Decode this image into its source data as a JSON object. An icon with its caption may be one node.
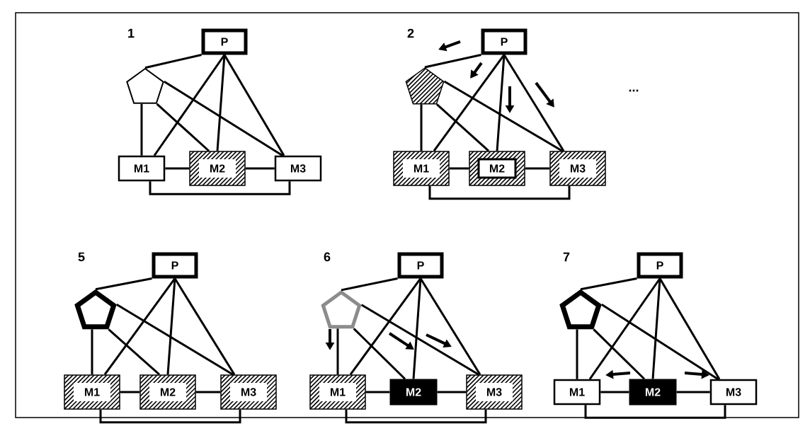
{
  "diagram": {
    "nodes": [
      {
        "text": [
          "P"
        ]
      },
      {
        "text": [],
        "shape": "pentagon"
      },
      {
        "text": [
          "M1"
        ]
      },
      {
        "text": [
          "M2"
        ]
      },
      {
        "text": [
          "M3"
        ]
      },
      {
        "text": [
          "P"
        ]
      },
      {
        "text": [],
        "shape": "pentagon"
      },
      {
        "text": [
          "M1"
        ]
      },
      {
        "text": [
          "M2"
        ]
      },
      {
        "text": [
          "M3"
        ]
      },
      {
        "text": [
          "P"
        ]
      },
      {
        "text": [],
        "shape": "pentagon"
      },
      {
        "text": [
          "M1"
        ]
      },
      {
        "text": [
          "M2"
        ]
      },
      {
        "text": [
          "M3"
        ]
      },
      {
        "text": [
          "P"
        ]
      },
      {
        "text": [],
        "shape": "pentagon"
      },
      {
        "text": [
          "M1"
        ]
      },
      {
        "text": [
          "M2"
        ]
      },
      {
        "text": [
          "M3"
        ]
      },
      {
        "text": [
          "P"
        ]
      },
      {
        "text": [],
        "shape": "pentagon"
      },
      {
        "text": [
          "M1"
        ]
      },
      {
        "text": [
          "M2"
        ]
      },
      {
        "text": [
          "M3"
        ]
      }
    ],
    "edges": [
      {
        "from": 0,
        "to": 1,
        "arrow": "none"
      },
      {
        "from": 0,
        "to": 2,
        "arrow": "none"
      },
      {
        "from": 0,
        "to": 3,
        "arrow": "none"
      },
      {
        "from": 0,
        "to": 4,
        "arrow": "none"
      },
      {
        "from": 1,
        "to": 2,
        "arrow": "none"
      },
      {
        "from": 1,
        "to": 3,
        "arrow": "none"
      },
      {
        "from": 1,
        "to": 4,
        "arrow": "none"
      },
      {
        "from": 2,
        "to": 3,
        "arrow": "none"
      },
      {
        "from": 3,
        "to": 4,
        "arrow": "none"
      },
      {
        "from": 2,
        "to": 4,
        "arrow": "none"
      },
      {
        "from": 5,
        "to": 6,
        "arrow": "none"
      },
      {
        "from": 5,
        "to": 7,
        "arrow": "none"
      },
      {
        "from": 5,
        "to": 8,
        "arrow": "none"
      },
      {
        "from": 5,
        "to": 9,
        "arrow": "none"
      },
      {
        "from": 6,
        "to": 7,
        "arrow": "none"
      },
      {
        "from": 6,
        "to": 8,
        "arrow": "none"
      },
      {
        "from": 6,
        "to": 9,
        "arrow": "none"
      },
      {
        "from": 7,
        "to": 8,
        "arrow": "none"
      },
      {
        "from": 8,
        "to": 9,
        "arrow": "none"
      },
      {
        "from": 7,
        "to": 9,
        "arrow": "none"
      },
      {
        "from": 10,
        "to": 11,
        "arrow": "none"
      },
      {
        "from": 10,
        "to": 12,
        "arrow": "none"
      },
      {
        "from": 10,
        "to": 13,
        "arrow": "none"
      },
      {
        "from": 10,
        "to": 14,
        "arrow": "none"
      },
      {
        "from": 11,
        "to": 12,
        "arrow": "none"
      },
      {
        "from": 11,
        "to": 13,
        "arrow": "none"
      },
      {
        "from": 11,
        "to": 14,
        "arrow": "none"
      },
      {
        "from": 12,
        "to": 13,
        "arrow": "none"
      },
      {
        "from": 13,
        "to": 14,
        "arrow": "none"
      },
      {
        "from": 12,
        "to": 14,
        "arrow": "none"
      },
      {
        "from": 15,
        "to": 16,
        "arrow": "none"
      },
      {
        "from": 15,
        "to": 17,
        "arrow": "none"
      },
      {
        "from": 15,
        "to": 18,
        "arrow": "none"
      },
      {
        "from": 15,
        "to": 19,
        "arrow": "none"
      },
      {
        "from": 16,
        "to": 17,
        "arrow": "none"
      },
      {
        "from": 16,
        "to": 18,
        "arrow": "none"
      },
      {
        "from": 16,
        "to": 19,
        "arrow": "none"
      },
      {
        "from": 17,
        "to": 18,
        "arrow": "none"
      },
      {
        "from": 18,
        "to": 19,
        "arrow": "none"
      },
      {
        "from": 17,
        "to": 19,
        "arrow": "none"
      },
      {
        "from": 20,
        "to": 21,
        "arrow": "none"
      },
      {
        "from": 20,
        "to": 22,
        "arrow": "none"
      },
      {
        "from": 20,
        "to": 23,
        "arrow": "none"
      },
      {
        "from": 20,
        "to": 24,
        "arrow": "none"
      },
      {
        "from": 21,
        "to": 22,
        "arrow": "none"
      },
      {
        "from": 21,
        "to": 23,
        "arrow": "none"
      },
      {
        "from": 21,
        "to": 24,
        "arrow": "none"
      },
      {
        "from": 22,
        "to": 23,
        "arrow": "none"
      },
      {
        "from": 23,
        "to": 24,
        "arrow": "none"
      },
      {
        "from": 22,
        "to": 24,
        "arrow": "none"
      }
    ],
    "labels": [
      "1",
      "2",
      "...",
      "5",
      "6",
      "7"
    ]
  }
}
